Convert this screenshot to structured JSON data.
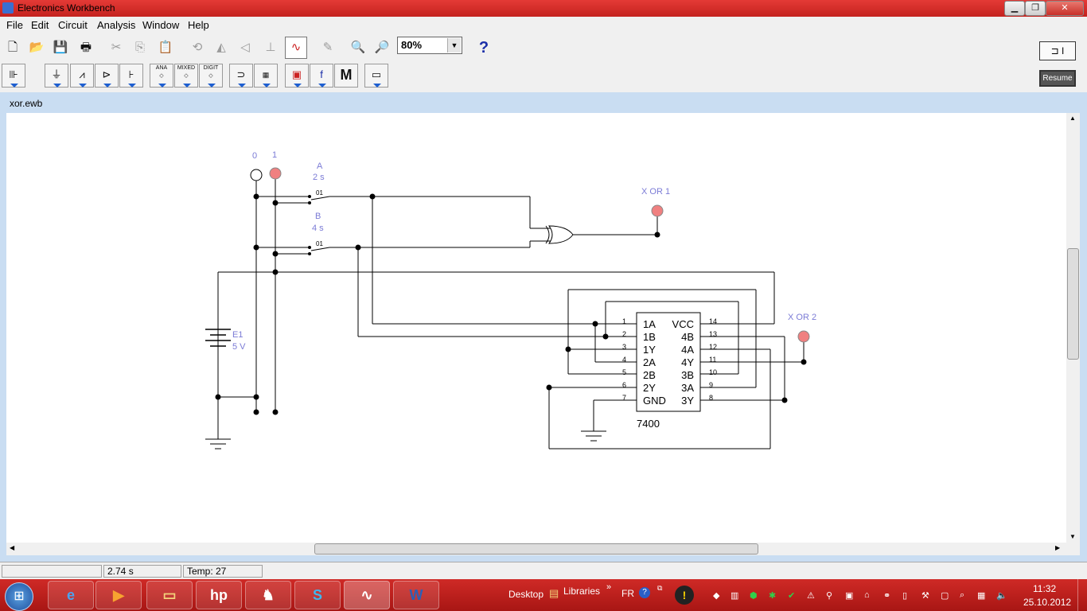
{
  "app_title": "Electronics Workbench",
  "window_buttons": {
    "minimize": "▁",
    "restore": "❐",
    "close": "✕"
  },
  "menu": [
    "File",
    "Edit",
    "Circuit",
    "Analysis",
    "Window",
    "Help"
  ],
  "toolbar": {
    "zoom_value": "80%",
    "help_label": "?",
    "resume_label": "Resume"
  },
  "parts_toolbar": {
    "ana": "ANA",
    "mixed": "MIXED",
    "digit": "DIGIT",
    "logic_label": "M"
  },
  "document": {
    "title": "xor.ewb"
  },
  "circuit": {
    "indicator0_label": "0",
    "indicator1_label": "1",
    "switchA_name": "A",
    "switchA_time": "2 s",
    "switchB_name": "B",
    "switchB_time": "4 s",
    "switch_contact": "01",
    "battery_name": "E1",
    "battery_value": "5 V",
    "xor1_label": "X OR 1",
    "xor2_label": "X OR 2",
    "chip_name": "7400",
    "chip_left_pins": [
      "1A",
      "1B",
      "1Y",
      "2A",
      "2B",
      "2Y",
      "GND"
    ],
    "chip_left_nums": [
      "1",
      "2",
      "3",
      "4",
      "5",
      "6",
      "7"
    ],
    "chip_right_pins": [
      "VCC",
      "4B",
      "4A",
      "4Y",
      "3B",
      "3A",
      "3Y"
    ],
    "chip_right_nums": [
      "14",
      "13",
      "12",
      "11",
      "10",
      "9",
      "8"
    ]
  },
  "status": {
    "time": "2.74 s",
    "temp": "Temp:  27"
  },
  "taskbar": {
    "desktop_label": "Desktop",
    "libraries_label": "Libraries",
    "lang": "FR",
    "clock_time": "11:32",
    "clock_date": "25.10.2012"
  },
  "colors": {
    "accent": "#cc231f",
    "indicator_on": "#f08080",
    "label_blue": "#7b7bd6"
  }
}
